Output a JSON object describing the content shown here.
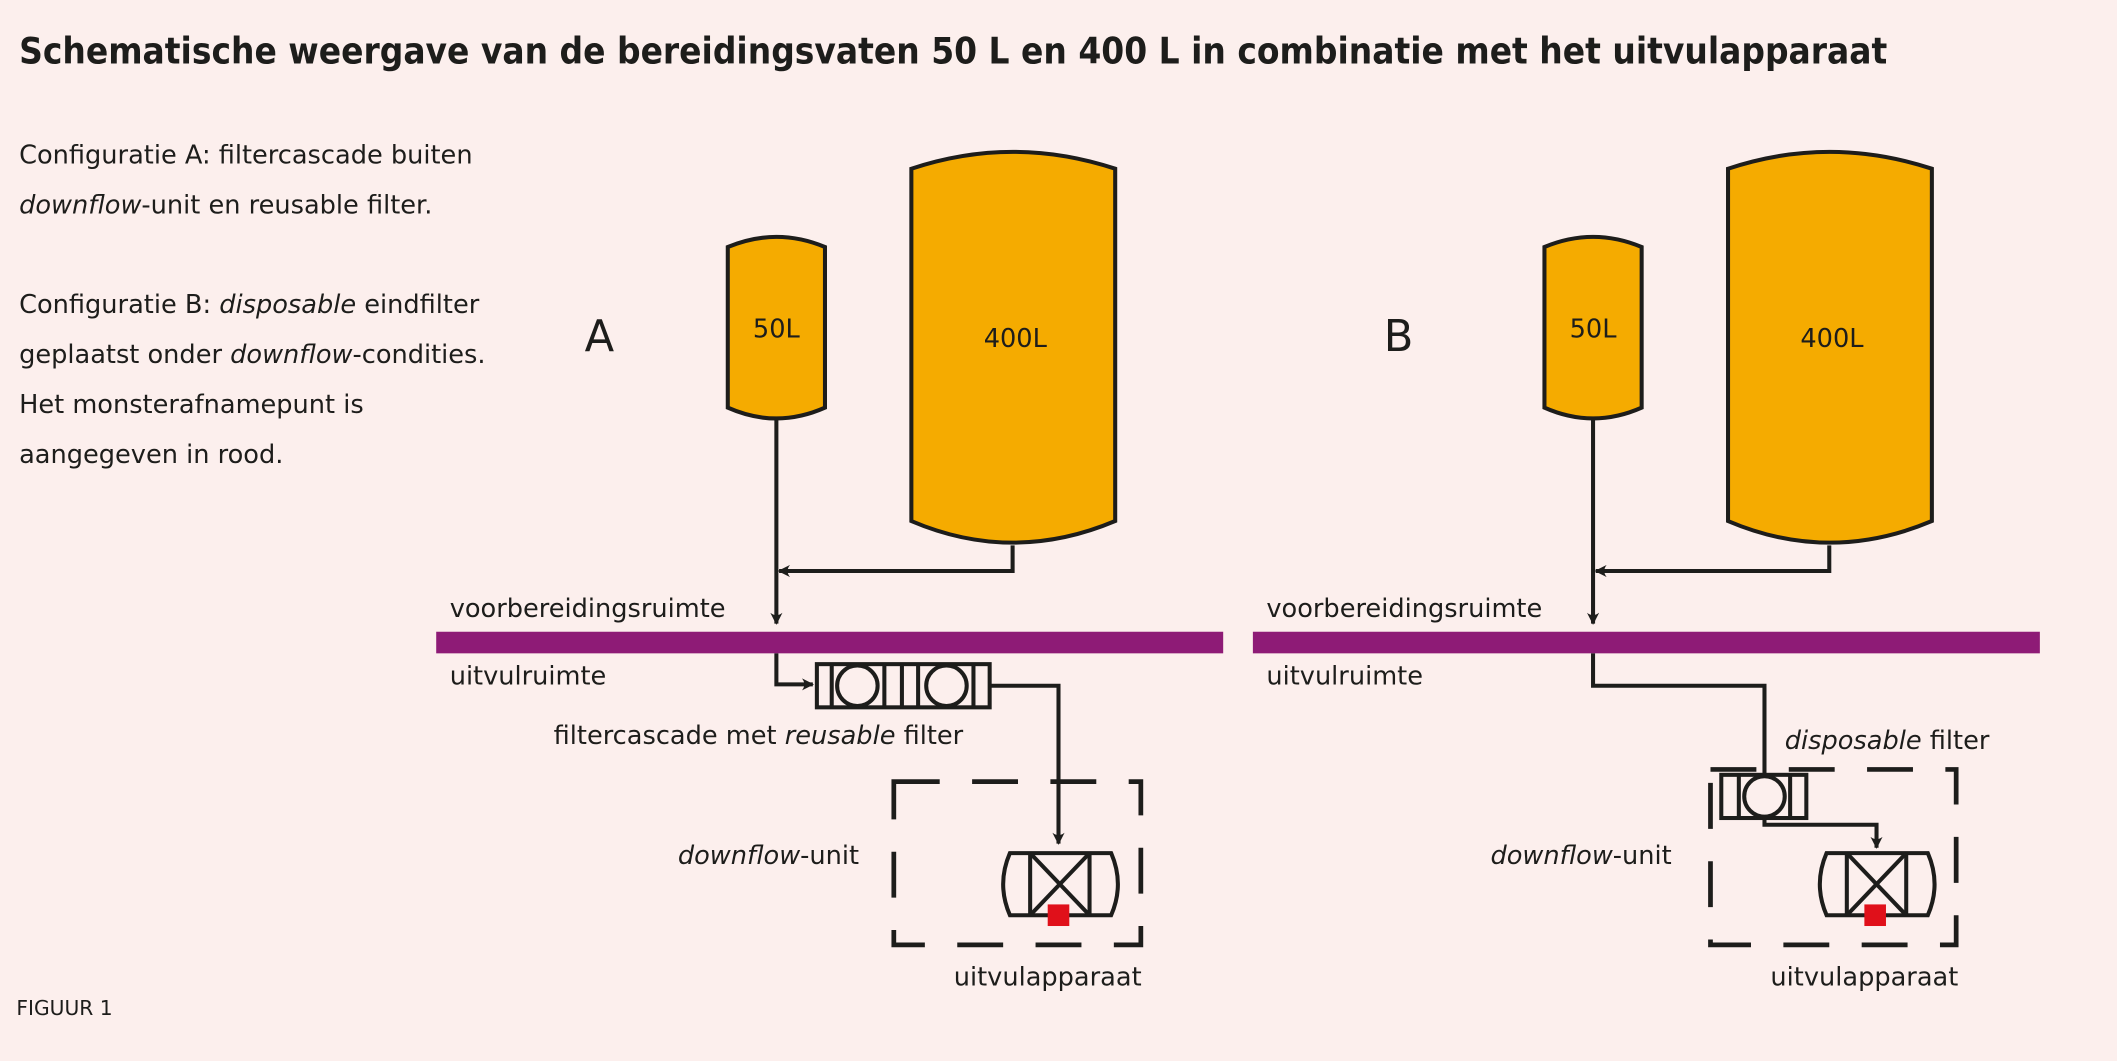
{
  "title": "Schematische weergave van de bereidingsvaten 50 L en 400 L in  combinatie met het uitvulapparaat",
  "description": {
    "config_a": {
      "line1": "Configuratie A: filtercascade buiten",
      "line2_italic": "downflow",
      "line2_rest": "-unit en reusable filter."
    },
    "config_b": {
      "line1_prefix": "Configuratie B: ",
      "line1_italic": "disposable",
      "line1_rest": " eindfilter",
      "line2_prefix": "geplaatst onder ",
      "line2_italic": "downflow",
      "line2_rest": "-condities.",
      "line3": "Het monsterafnamepunt is",
      "line4": "aangegeven in rood."
    }
  },
  "colors": {
    "background": "#fcefed",
    "tank_fill": "#f5ab00",
    "room_divider": "#8e1b76",
    "sample_point": "#e0101a",
    "line": "#1d1d1b"
  },
  "config_a": {
    "label": "A",
    "tank_small": "50L",
    "tank_large": "400L",
    "room_upper": "voorbereidingsruimte",
    "room_lower": "uitvulruimte",
    "filter_label_prefix": "filtercascade met ",
    "filter_label_italic": "reusable",
    "filter_label_suffix": " filter",
    "unit_label_italic": "downflow",
    "unit_label_rest": "-unit",
    "device_label": "uitvulapparaat"
  },
  "config_b": {
    "label": "B",
    "tank_small": "50L",
    "tank_large": "400L",
    "room_upper": "voorbereidingsruimte",
    "room_lower": "uitvulruimte",
    "filter_label_italic": "disposable",
    "filter_label_suffix": " filter",
    "unit_label_italic": "downflow",
    "unit_label_rest": "-unit",
    "device_label": "uitvulapparaat"
  },
  "figure_label": "FIGUUR 1"
}
